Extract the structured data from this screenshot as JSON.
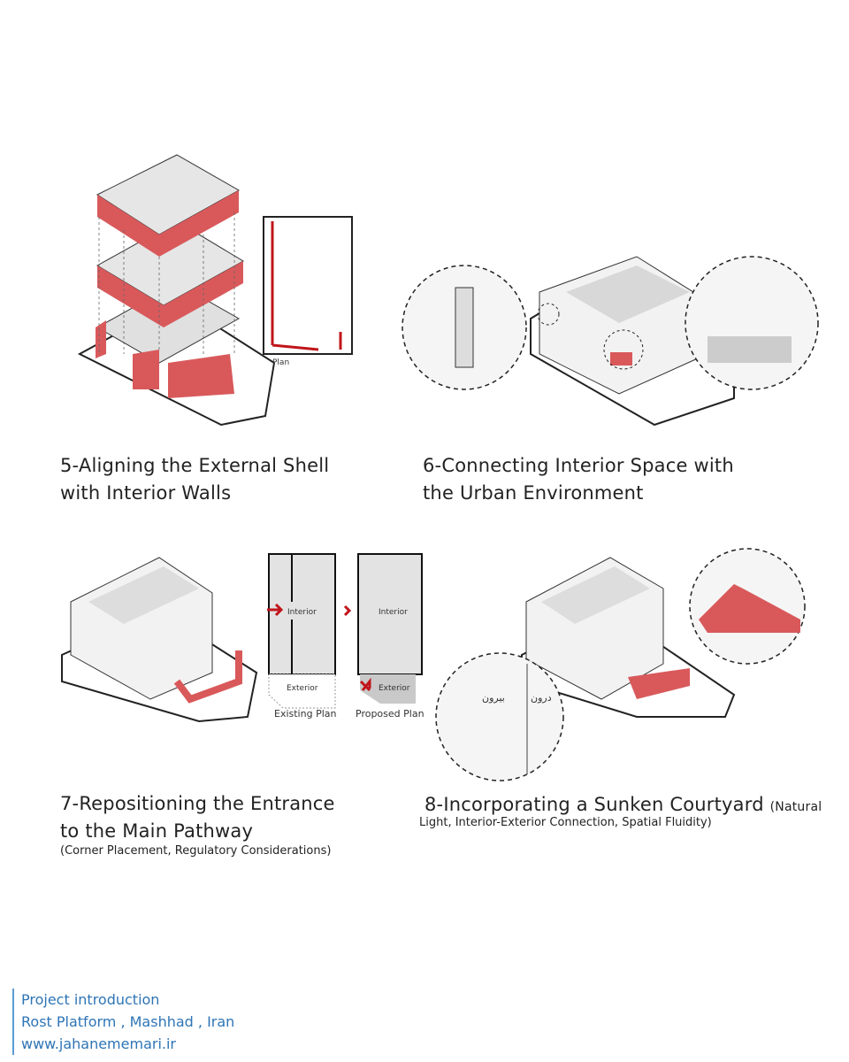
{
  "diagrams": [
    {
      "caption_lines": [
        "5-Aligning the External Shell",
        "with Interior Walls"
      ],
      "plan_label": "Plan"
    },
    {
      "caption_lines": [
        "6-Connecting Interior Space with",
        "the Urban Environment"
      ]
    },
    {
      "caption_lines": [
        "7-Repositioning the Entrance",
        "to the Main Pathway"
      ],
      "note": "(Corner Placement, Regulatory Considerations)",
      "existing_plan": {
        "title": "Existing Plan",
        "interior": "Interior",
        "exterior": "Exterior"
      },
      "proposed_plan": {
        "title": "Proposed Plan",
        "interior": "Interior",
        "exterior": "Exterior"
      }
    },
    {
      "caption_main": "8-Incorporating a Sunken Courtyard",
      "caption_note_1": "(Natural",
      "caption_note_2": "Light, Interior-Exterior Connection, Spatial Fluidity)",
      "label_outside": "بیرون",
      "label_inside": "درون"
    }
  ],
  "footer": {
    "line1": "Project introduction",
    "line2": "Rost Platform , Mashhad , Iran",
    "line3": "www.jahanememari.ir"
  },
  "colors": {
    "accent_red": "#d9595b",
    "dark_red": "#c0151b",
    "footer_blue": "#2e75b6"
  }
}
